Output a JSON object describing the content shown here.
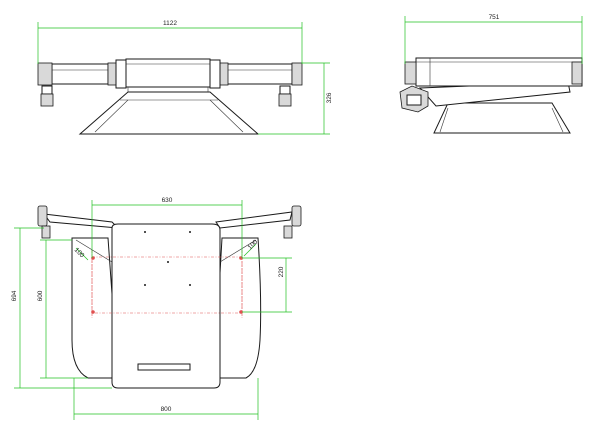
{
  "front_view": {
    "width_label": "1122",
    "height_label": "326"
  },
  "side_view": {
    "width_label": "751"
  },
  "top_view": {
    "inner_width_label": "630",
    "outer_width_label": "800",
    "total_height_label": "694",
    "inner_height_label": "600",
    "slot_label": "220",
    "radius_left_label": "100",
    "radius_right_label": "100"
  },
  "colors": {
    "dimension": "#22c022",
    "centerline": "#e05050",
    "outline": "#1a1a1a"
  }
}
